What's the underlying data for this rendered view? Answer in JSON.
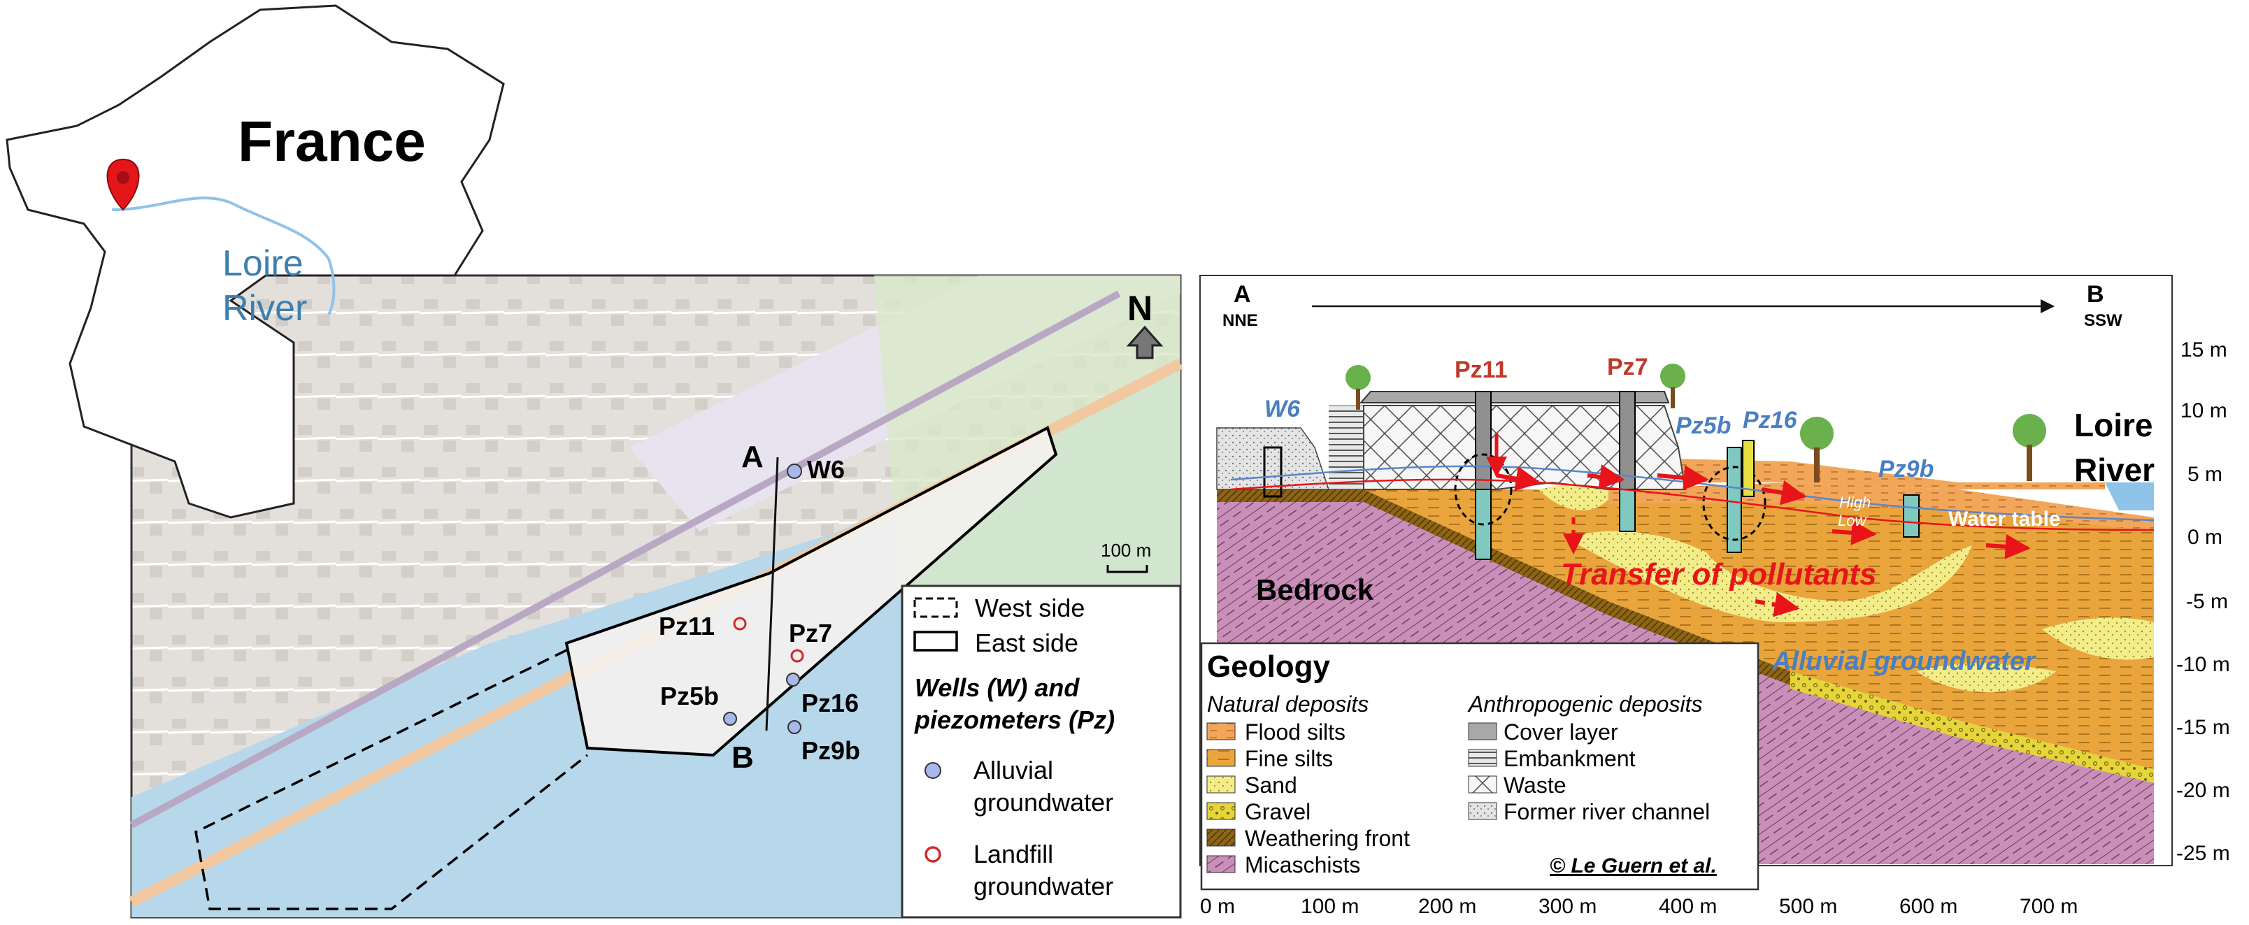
{
  "inset": {
    "country": "France",
    "river_line1": "Loire",
    "river_line2": "River"
  },
  "map": {
    "north_label": "N",
    "scale_label": "100 m",
    "point_a": "A",
    "point_b": "B",
    "wells": [
      {
        "label": "W6",
        "type": "alluvial"
      },
      {
        "label": "Pz11",
        "type": "landfill"
      },
      {
        "label": "Pz7",
        "type": "landfill"
      },
      {
        "label": "Pz5b",
        "type": "alluvial"
      },
      {
        "label": "Pz16",
        "type": "alluvial"
      },
      {
        "label": "Pz9b",
        "type": "alluvial"
      }
    ],
    "legend": {
      "west_side": "West side",
      "east_side": "East side",
      "title_line1": "Wells (W) and",
      "title_line2": "piezometers (Pz)",
      "alluvial_line1": "Alluvial",
      "alluvial_line2": "groundwater",
      "landfill_line1": "Landfill",
      "landfill_line2": "groundwater"
    }
  },
  "section": {
    "a_label": "A",
    "a_dir": "NNE",
    "b_label": "B",
    "b_dir": "SSW",
    "y_ticks": [
      "15 m",
      "10 m",
      "5 m",
      "0 m",
      "-5 m",
      "-10 m",
      "-15 m",
      "-20 m",
      "-25 m"
    ],
    "x_ticks": [
      "0 m",
      "100 m",
      "200 m",
      "300 m",
      "400 m",
      "500 m",
      "600 m",
      "700 m"
    ],
    "labels": {
      "bedrock": "Bedrock",
      "loire_line1": "Loire",
      "loire_line2": "River",
      "transfer": "Transfer of pollutants",
      "alluvial_gw": "Alluvial groundwater",
      "water_table": "Water table",
      "high": "High",
      "low": "Low"
    },
    "wells": [
      {
        "label": "W6",
        "type": "alluvial"
      },
      {
        "label": "Pz11",
        "type": "landfill"
      },
      {
        "label": "Pz7",
        "type": "landfill"
      },
      {
        "label": "Pz5b",
        "type": "alluvial"
      },
      {
        "label": "Pz16",
        "type": "alluvial"
      },
      {
        "label": "Pz9b",
        "type": "alluvial"
      }
    ],
    "geology": {
      "title": "Geology",
      "natural_title": "Natural deposits",
      "anthropogenic_title": "Anthropogenic deposits",
      "natural": [
        "Flood silts",
        "Fine silts",
        "Sand",
        "Gravel",
        "Weathering front",
        "Micaschists"
      ],
      "anthropogenic": [
        "Cover layer",
        "Embankment",
        "Waste",
        "Former river channel"
      ],
      "credit": "© Le Guern et al."
    }
  },
  "colors": {
    "alluvial": "#4a7fc1",
    "landfill": "#c0392b",
    "transfer": "#e8141a",
    "flood_silt": "#f2a65a",
    "fine_silt": "#e9a43c",
    "sand": "#f2ec8a",
    "micaschist": "#c98fb8",
    "loire": "#8fc3e8"
  }
}
